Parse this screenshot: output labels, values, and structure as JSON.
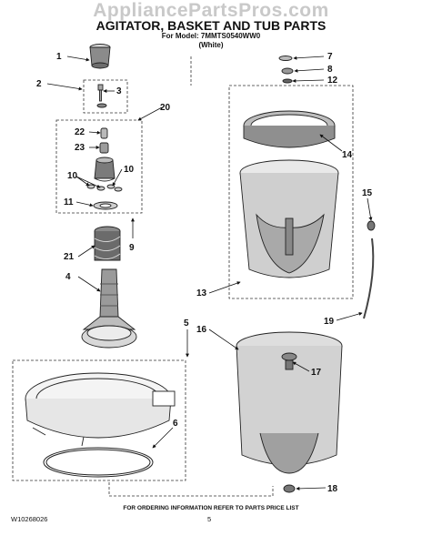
{
  "watermark": "AppliancePartsPros.com",
  "title": "AGITATOR, BASKET AND TUB PARTS",
  "model_line1": "For Model: 7MMTS0540WW0",
  "model_line2": "(White)",
  "footer": "FOR ORDERING INFORMATION REFER TO PARTS PRICE LIST",
  "document_number": "W10268026",
  "page_number": "5",
  "callouts": [
    "1",
    "2",
    "3",
    "20",
    "22",
    "23",
    "10",
    "10",
    "11",
    "9",
    "21",
    "4",
    "5",
    "6",
    "7",
    "8",
    "12",
    "14",
    "15",
    "13",
    "19",
    "16",
    "17",
    "18"
  ]
}
